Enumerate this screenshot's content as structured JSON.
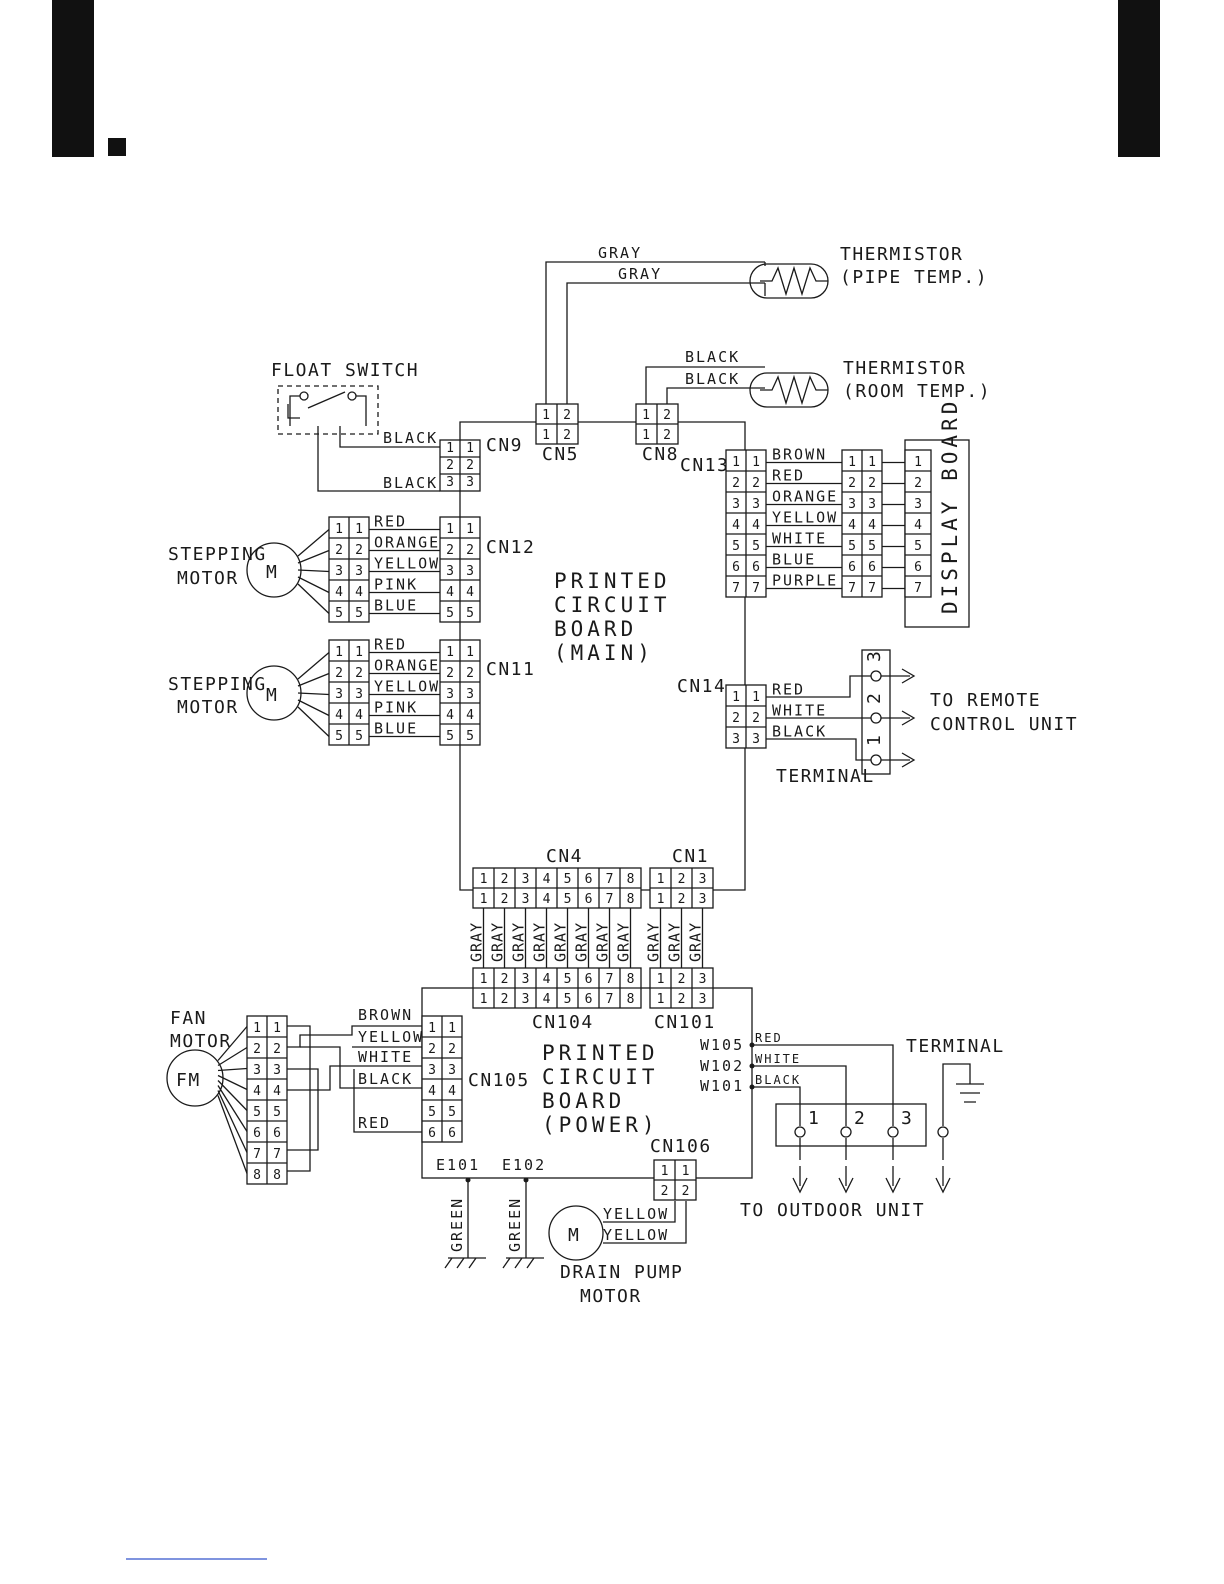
{
  "colors": {
    "ink": "#1a1a1a",
    "background": "#ffffff",
    "bars": "#111111",
    "footer_line": "#3355cc"
  },
  "main_board": {
    "line1": "PRINTED",
    "line2": "CIRCUIT",
    "line3": "BOARD",
    "line4": "(MAIN)"
  },
  "power_board": {
    "line1": "PRINTED",
    "line2": "CIRCUIT",
    "line3": "BOARD",
    "line4": "(POWER)"
  },
  "thermistor_pipe": {
    "title": "THERMISTOR",
    "sub": "(PIPE TEMP.)",
    "wire1": "GRAY",
    "wire2": "GRAY"
  },
  "thermistor_room": {
    "title": "THERMISTOR",
    "sub": "(ROOM TEMP.)",
    "wire1": "BLACK",
    "wire2": "BLACK"
  },
  "float_switch": {
    "title": "FLOAT SWITCH",
    "wire1": "BLACK",
    "wire2": "BLACK"
  },
  "connectors": {
    "cn9": "CN9",
    "cn5": "CN5",
    "cn8": "CN8",
    "cn12": "CN12",
    "cn11": "CN11",
    "cn13": "CN13",
    "cn14": "CN14",
    "cn4": "CN4",
    "cn1": "CN1",
    "cn104": "CN104",
    "cn101": "CN101",
    "cn105": "CN105",
    "cn106": "CN106"
  },
  "stepping_motor_1": {
    "line1": "STEPPING",
    "line2": "MOTOR",
    "symbol": "M",
    "wires": [
      "RED",
      "ORANGE",
      "YELLOW",
      "PINK",
      "BLUE"
    ]
  },
  "stepping_motor_2": {
    "line1": "STEPPING",
    "line2": "MOTOR",
    "symbol": "M",
    "wires": [
      "RED",
      "ORANGE",
      "YELLOW",
      "PINK",
      "BLUE"
    ]
  },
  "display": {
    "title": "DISPLAY BOARD",
    "wires": [
      "BROWN",
      "RED",
      "ORANGE",
      "YELLOW",
      "WHITE",
      "BLUE",
      "PURPLE"
    ]
  },
  "remote": {
    "wires": [
      "RED",
      "WHITE",
      "BLACK"
    ],
    "terminal_label": "TERMINAL",
    "line1": "TO REMOTE",
    "line2": "CONTROL UNIT",
    "terminal_nums": [
      "3",
      "2",
      "1"
    ]
  },
  "harness_wires": [
    "GRAY",
    "GRAY",
    "GRAY",
    "GRAY",
    "GRAY",
    "GRAY",
    "GRAY",
    "GRAY",
    "GRAY",
    "GRAY",
    "GRAY"
  ],
  "fan_motor": {
    "line1": "FAN",
    "line2": "MOTOR",
    "symbol": "FM",
    "wires": [
      "BROWN",
      "YELLOW",
      "WHITE",
      "BLACK",
      "RED"
    ]
  },
  "outdoor": {
    "w105": "W105",
    "w102": "W102",
    "w101": "W101",
    "wires": [
      "RED",
      "WHITE",
      "BLACK"
    ],
    "terminal_label": "TERMINAL",
    "terminal_nums": [
      "1",
      "2",
      "3"
    ],
    "to_label": "TO OUTDOOR UNIT"
  },
  "earth": {
    "e101": "E101",
    "e102": "E102",
    "wire1": "GREEN",
    "wire2": "GREEN"
  },
  "drain_pump": {
    "symbol": "M",
    "line1": "DRAIN PUMP",
    "line2": "MOTOR",
    "wire1": "YELLOW",
    "wire2": "YELLOW"
  }
}
